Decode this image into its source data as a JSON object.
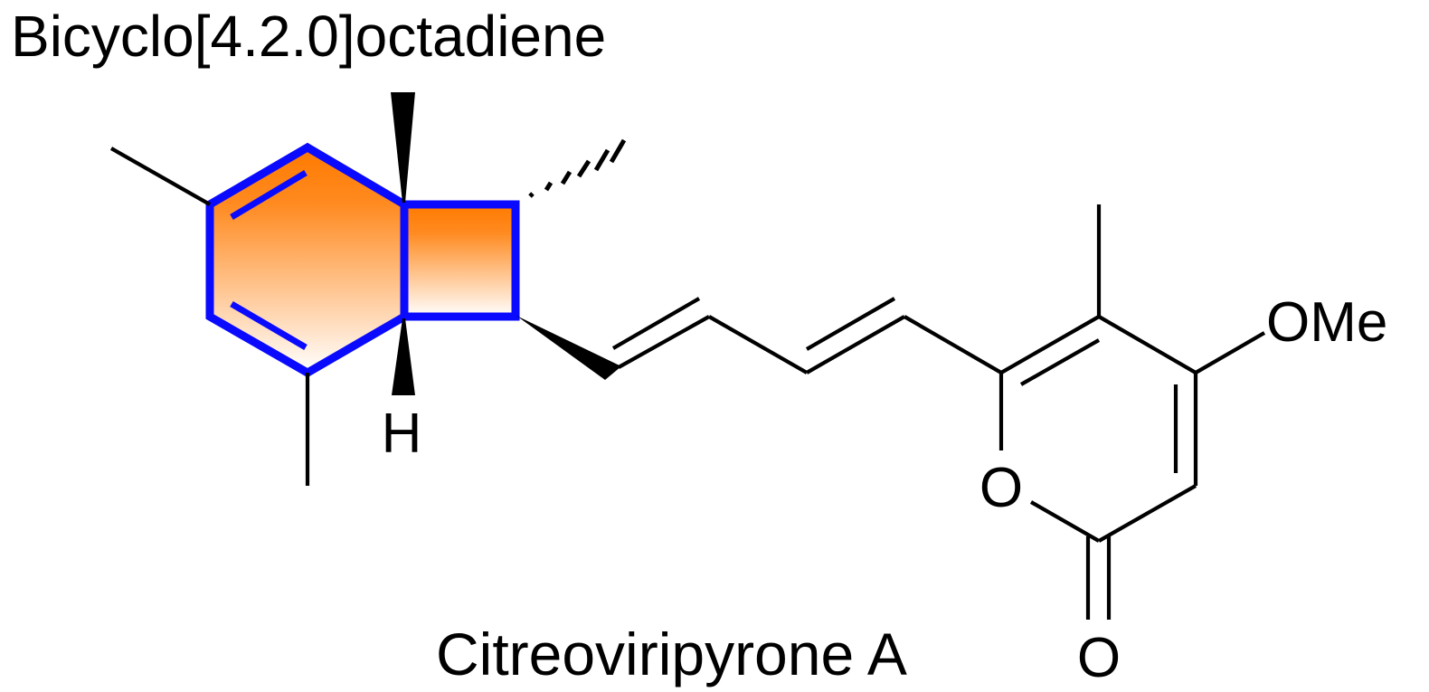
{
  "diagram": {
    "title": "Bicyclo[4.2.0]octadiene",
    "compound_name": "Citreoviripyrone A",
    "atom_labels": {
      "bridgehead_h": "H",
      "ring_oxygen": "O",
      "carbonyl_oxygen": "O",
      "methoxy": "OMe"
    },
    "colors": {
      "highlight_outline": "#0a0aff",
      "highlight_fill_top": "#ff7a00",
      "highlight_fill_bottom": "#ffffff",
      "bond": "#000000"
    }
  }
}
